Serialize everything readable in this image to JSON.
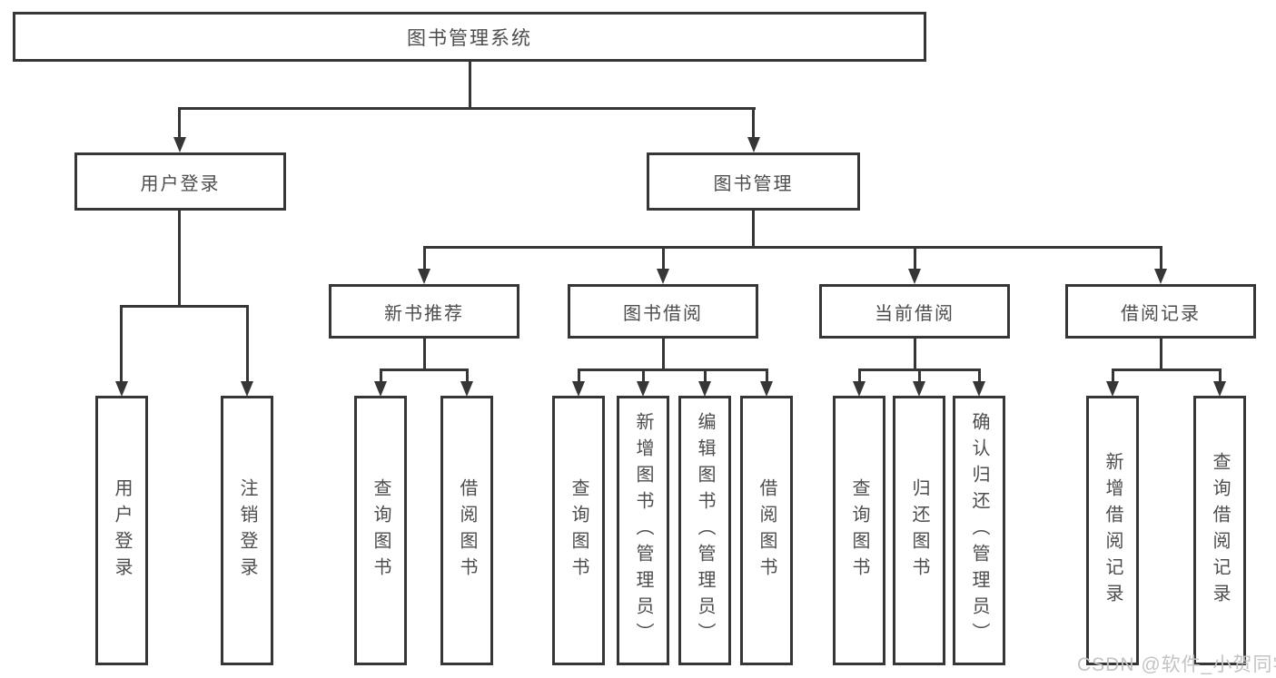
{
  "diagram": {
    "root": {
      "label": "图书管理系统"
    },
    "branches": [
      {
        "label": "用户登录",
        "children": [
          {
            "label": "用户登录"
          },
          {
            "label": "注销登录"
          }
        ]
      },
      {
        "label": "图书管理",
        "children": [
          {
            "label": "新书推荐",
            "children": [
              {
                "label": "查询图书"
              },
              {
                "label": "借阅图书"
              }
            ]
          },
          {
            "label": "图书借阅",
            "children": [
              {
                "label": "查询图书"
              },
              {
                "label": "新增图书（管理员）"
              },
              {
                "label": "编辑图书（管理员）"
              },
              {
                "label": "借阅图书"
              }
            ]
          },
          {
            "label": "当前借阅",
            "children": [
              {
                "label": "查询图书"
              },
              {
                "label": "归还图书"
              },
              {
                "label": "确认归还（管理员）"
              }
            ]
          },
          {
            "label": "借阅记录",
            "children": [
              {
                "label": "新增借阅记录"
              },
              {
                "label": "查询借阅记录"
              }
            ]
          }
        ]
      }
    ]
  },
  "watermark": {
    "text": "CSDN @软件_小贺同学"
  },
  "colors": {
    "line": "#363636",
    "text": "#4d4d4d",
    "watermark": "#c3c3c3",
    "background": "#ffffff"
  }
}
